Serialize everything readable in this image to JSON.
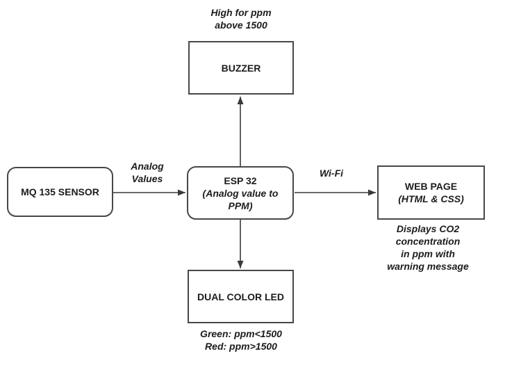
{
  "diagram": {
    "colors": {
      "background": "#ffffff",
      "box_border": "#474747",
      "text": "#1c1c1c",
      "arrow": "#3a3a3a"
    },
    "nodes": {
      "buzzer": {
        "label": "BUZZER"
      },
      "mq135": {
        "label": "MQ 135 SENSOR"
      },
      "esp32": {
        "title": "ESP 32",
        "subtitle": "(Analog value to\nPPM)"
      },
      "webpage": {
        "title": "WEB PAGE",
        "subtitle": "(HTML & CSS)"
      },
      "led": {
        "label": "DUAL COLOR LED"
      }
    },
    "annotations": {
      "buzzer_note": "High for ppm\nabove 1500",
      "analog_label": "Analog\nValues",
      "wifi_label": "Wi-Fi",
      "webpage_note": "Displays CO2 concentration\nin ppm with warning message",
      "led_note": "Green: ppm<1500\nRed: ppm>1500"
    }
  }
}
